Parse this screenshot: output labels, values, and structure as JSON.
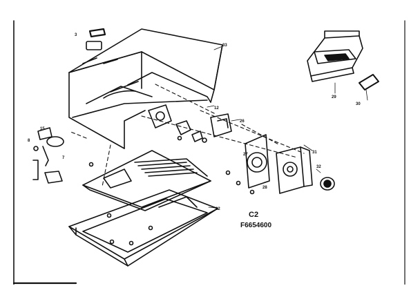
{
  "diagram": {
    "stamp_line1": "C2",
    "stamp_line2": "F6654600",
    "callouts": [
      "33",
      "31",
      "32",
      "12",
      "26",
      "27",
      "28",
      "29",
      "30",
      "22",
      "15",
      "8",
      "7",
      "3"
    ],
    "colors": {
      "ink": "#111111",
      "paper": "#ffffff"
    }
  }
}
